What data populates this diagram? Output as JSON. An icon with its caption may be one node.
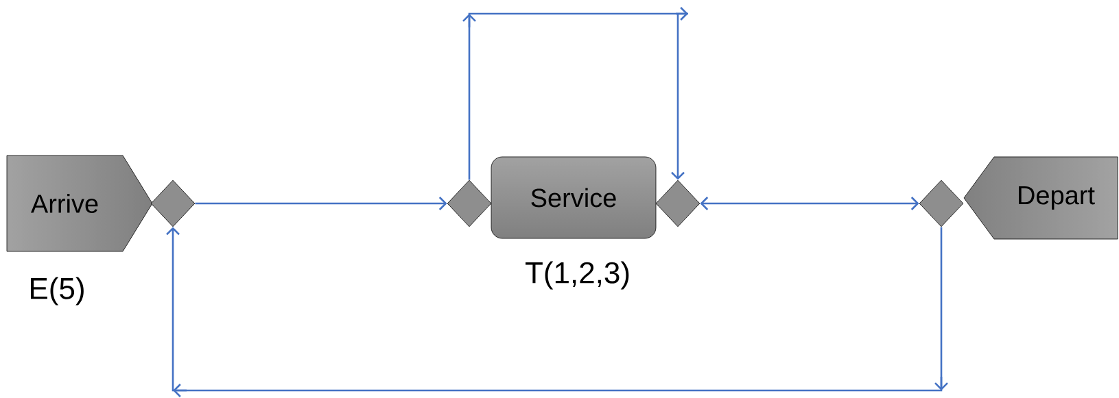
{
  "diagram": {
    "nodes": [
      {
        "text": [
          "Arrive"
        ],
        "beside": [
          "E(5)"
        ]
      },
      {
        "text": [],
        "shape": "diamond"
      },
      {
        "text": [],
        "shape": "diamond"
      },
      {
        "text": [
          "Service"
        ],
        "beside": [
          "T(1,2,3)"
        ]
      },
      {
        "text": [],
        "shape": "diamond"
      },
      {
        "text": [],
        "shape": "diamond"
      },
      {
        "text": [
          "Depart"
        ]
      }
    ],
    "edges": [
      {
        "from": 1,
        "to": 2,
        "arrow": "to"
      },
      {
        "from": 2,
        "to": 4,
        "arrow": "to"
      },
      {
        "from": 4,
        "to": 5,
        "arrow": "both"
      },
      {
        "from": 5,
        "to": 1,
        "arrow": "to"
      }
    ]
  }
}
